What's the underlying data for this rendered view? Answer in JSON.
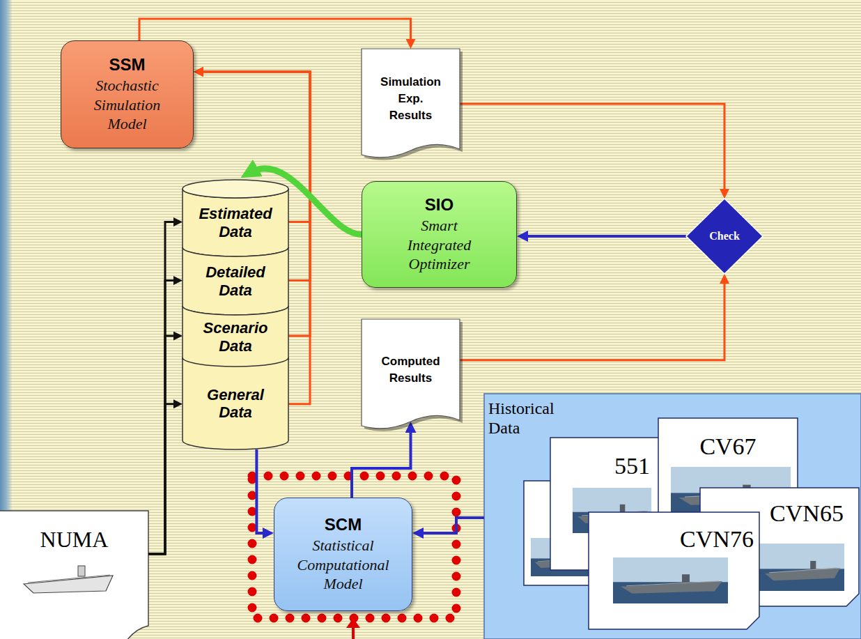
{
  "diagram": {
    "nodes": [
      {
        "text": [
          "SSM",
          "Stochastic Simulation Model"
        ]
      },
      {
        "text": [
          "Simulation Exp. Results"
        ]
      },
      {
        "text": [
          "Estimated Data"
        ]
      },
      {
        "text": [
          "Detailed Data"
        ]
      },
      {
        "text": [
          "Scenario Data"
        ]
      },
      {
        "text": [
          "General Data"
        ]
      },
      {
        "text": [
          "SIO",
          "Smart Integrated Optimizer"
        ]
      },
      {
        "text": [
          "Check"
        ]
      },
      {
        "text": [
          "Computed Results"
        ]
      },
      {
        "text": [
          "NUMA"
        ]
      },
      {
        "text": [
          "SCM",
          "Statistical Computational Model"
        ]
      },
      {
        "text": [
          "Historical Data"
        ]
      },
      {
        "text": [
          "551"
        ],
        "in": 11
      },
      {
        "text": [
          "CV67"
        ],
        "in": 11
      },
      {
        "text": [
          "CVN76"
        ],
        "in": 11
      },
      {
        "text": [
          "CVN65"
        ],
        "in": 11
      }
    ],
    "edges": [
      {
        "from": 0,
        "to": 1,
        "arrow": "to"
      },
      {
        "from": 2,
        "to": 0,
        "arrow": "to"
      },
      {
        "from": 3,
        "to": 0,
        "arrow": "to"
      },
      {
        "from": 4,
        "to": 0,
        "arrow": "to"
      },
      {
        "from": 5,
        "to": 0,
        "arrow": "to"
      },
      {
        "from": 1,
        "to": 7,
        "arrow": "to"
      },
      {
        "from": 8,
        "to": 7,
        "arrow": "to"
      },
      {
        "from": 7,
        "to": 6,
        "arrow": "to"
      },
      {
        "from": 6,
        "to": 2,
        "arrow": "to"
      },
      {
        "from": 9,
        "to": 2,
        "arrow": "to"
      },
      {
        "from": 9,
        "to": 3,
        "arrow": "to"
      },
      {
        "from": 9,
        "to": 4,
        "arrow": "to"
      },
      {
        "from": 9,
        "to": 5,
        "arrow": "to"
      },
      {
        "from": 5,
        "to": 10,
        "arrow": "to"
      },
      {
        "from": 11,
        "to": 10,
        "arrow": "to"
      },
      {
        "from": 10,
        "to": 8,
        "arrow": "to"
      }
    ]
  }
}
